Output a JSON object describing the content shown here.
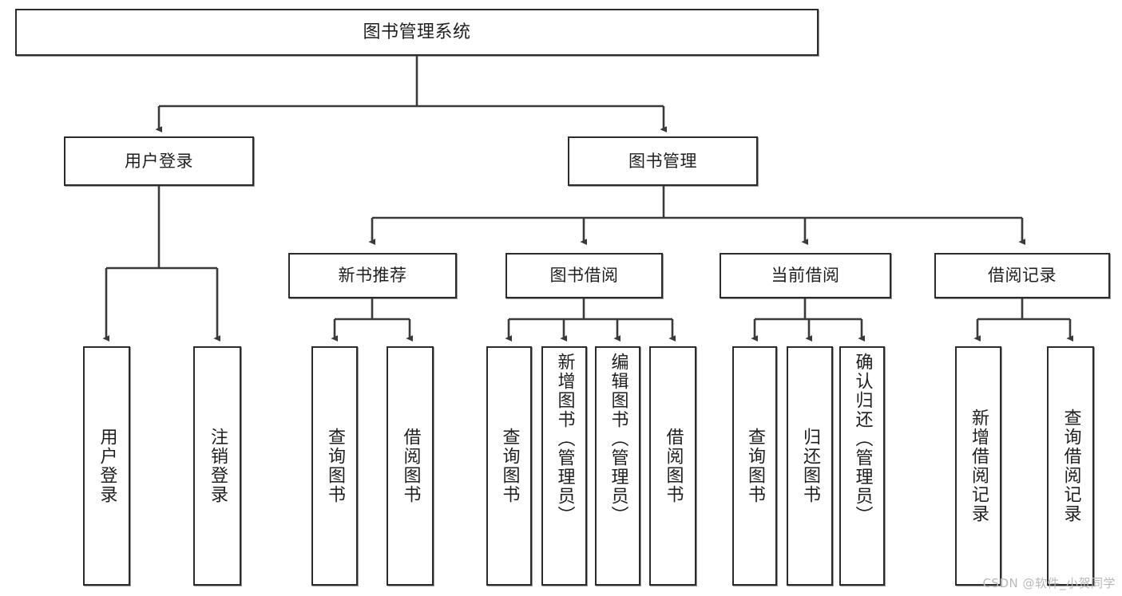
{
  "diagram": {
    "title": "图书管理系统",
    "type": "tree",
    "watermark": "CSDN @软件_小贺同学",
    "colors": {
      "node_border": "#2b2b2b",
      "node_fill": "#ffffff",
      "connector": "#3a3a3a",
      "text": "#1f1f1f",
      "watermark": "#b9b9b9"
    },
    "root": {
      "label": "图书管理系统"
    },
    "level2": [
      {
        "label": "用户登录"
      },
      {
        "label": "图书管理"
      }
    ],
    "level3": [
      {
        "label": "新书推荐"
      },
      {
        "label": "图书借阅"
      },
      {
        "label": "当前借阅"
      },
      {
        "label": "借阅记录"
      }
    ],
    "leaves": [
      {
        "label": "用户登录",
        "parent": "用户登录"
      },
      {
        "label": "注销登录",
        "parent": "用户登录"
      },
      {
        "label": "查询图书",
        "parent": "新书推荐"
      },
      {
        "label": "借阅图书",
        "parent": "新书推荐"
      },
      {
        "label": "查询图书",
        "parent": "图书借阅"
      },
      {
        "label": "新增图书（管理员）",
        "parent": "图书借阅"
      },
      {
        "label": "编辑图书（管理员）",
        "parent": "图书借阅"
      },
      {
        "label": "借阅图书",
        "parent": "图书借阅"
      },
      {
        "label": "查询图书",
        "parent": "当前借阅"
      },
      {
        "label": "归还图书",
        "parent": "当前借阅"
      },
      {
        "label": "确认归还（管理员）",
        "parent": "当前借阅"
      },
      {
        "label": "新增借阅记录",
        "parent": "借阅记录"
      },
      {
        "label": "查询借阅记录",
        "parent": "借阅记录"
      }
    ]
  }
}
